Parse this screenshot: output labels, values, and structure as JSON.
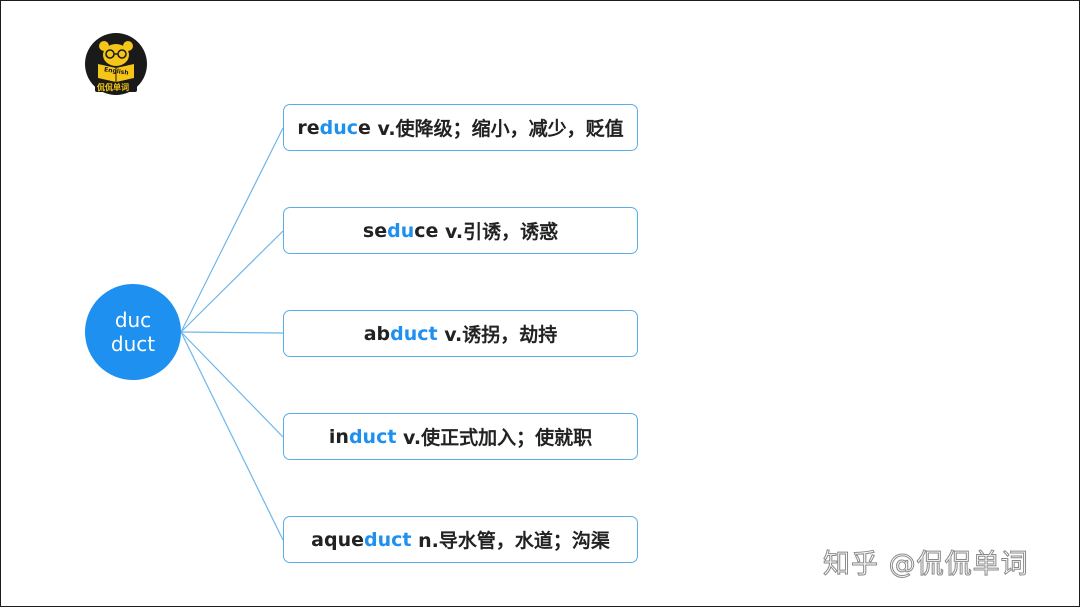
{
  "logo": {
    "icon": "bear-reading-book-icon",
    "book_text": "English",
    "caption": "侃侃单词",
    "bg_color": "#1a1a1a",
    "accent_color": "#f5c518"
  },
  "root": {
    "line1": "duc",
    "line2": "duct",
    "color": "#1e90f0"
  },
  "branches": [
    {
      "prefix": "re",
      "root": "duc",
      "suffix": "e",
      "definition": " v.使降级；缩小，减少，贬值"
    },
    {
      "prefix": "se",
      "root": "du",
      "suffix": "ce",
      "definition": " v.引诱，诱惑"
    },
    {
      "prefix": "ab",
      "root": "duct",
      "suffix": "",
      "definition": " v.诱拐，劫持"
    },
    {
      "prefix": "in",
      "root": "duct",
      "suffix": "",
      "definition": " v.使正式加入；使就职"
    },
    {
      "prefix": "aque",
      "root": "duct",
      "suffix": "",
      "definition": " n.导水管，水道；沟渠"
    }
  ],
  "watermark": "知乎 @侃侃单词"
}
